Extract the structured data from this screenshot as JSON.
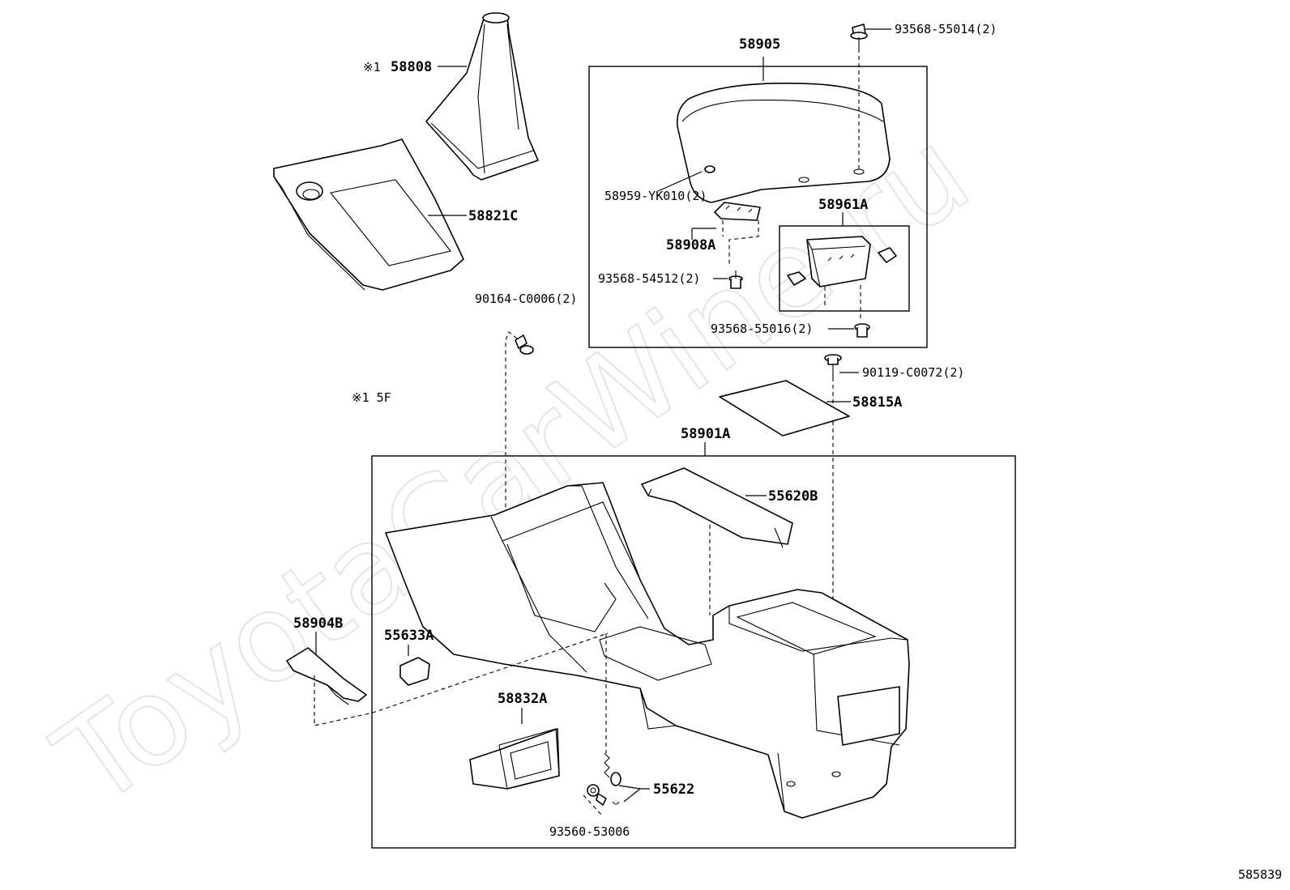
{
  "watermark": "ToyotaCarWine.ru",
  "diagram_id": "585839",
  "notes": {
    "symbol_note_a": "※1",
    "symbol_note_b": "※1 5F"
  },
  "labels": {
    "p58808": "58808",
    "p58821C": "58821C",
    "p58905": "58905",
    "p93568_55014": "93568-55014(2)",
    "p58959": "58959-YK010(2)",
    "p58961A": "58961A",
    "p58908A": "58908A",
    "p93568_54512": "93568-54512(2)",
    "p93568_55016": "93568-55016(2)",
    "p90164": "90164-C0006(2)",
    "p90119": "90119-C0072(2)",
    "p58815A": "58815A",
    "p58901A": "58901A",
    "p55620B": "55620B",
    "p58904B": "58904B",
    "p55633A": "55633A",
    "p58832A": "58832A",
    "p55622": "55622",
    "p93560": "93560-53006"
  }
}
